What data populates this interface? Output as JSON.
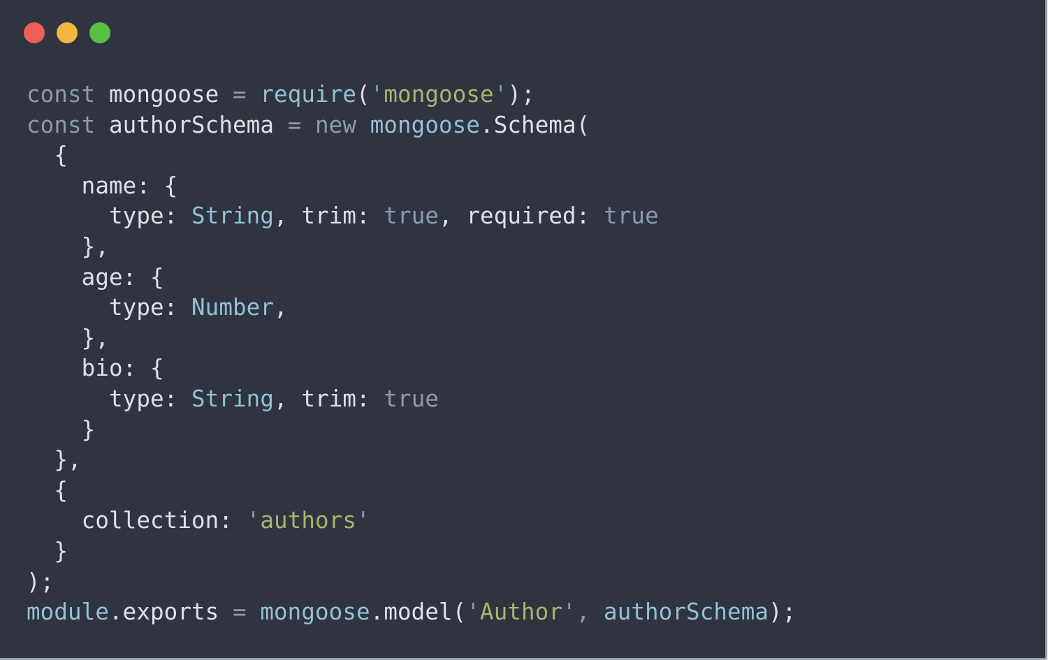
{
  "window": {
    "controls": [
      {
        "name": "close",
        "color": "#ec5f57"
      },
      {
        "name": "minimize",
        "color": "#f1b840"
      },
      {
        "name": "maximize",
        "color": "#57c142"
      }
    ],
    "background": "#2f3440"
  },
  "code": {
    "language": "javascript",
    "lines": [
      [
        [
          "kw",
          "const"
        ],
        [
          "pn",
          " "
        ],
        [
          "id",
          "mongoose"
        ],
        [
          "op",
          " = "
        ],
        [
          "fn",
          "require"
        ],
        [
          "pn",
          "("
        ],
        [
          "q",
          "'"
        ],
        [
          "str",
          "mongoose"
        ],
        [
          "q",
          "'"
        ],
        [
          "pn",
          ");"
        ]
      ],
      [
        [
          "kw",
          "const"
        ],
        [
          "pn",
          " "
        ],
        [
          "id",
          "authorSchema"
        ],
        [
          "op",
          " = "
        ],
        [
          "kw",
          "new"
        ],
        [
          "pn",
          " "
        ],
        [
          "fn",
          "mongoose"
        ],
        [
          "pn",
          ".Schema("
        ]
      ],
      [
        [
          "pn",
          "  {"
        ]
      ],
      [
        [
          "id",
          "    name"
        ],
        [
          "pn",
          ": {"
        ]
      ],
      [
        [
          "id",
          "      type"
        ],
        [
          "pn",
          ": "
        ],
        [
          "fn",
          "String"
        ],
        [
          "pn",
          ", "
        ],
        [
          "id",
          "trim"
        ],
        [
          "pn",
          ": "
        ],
        [
          "kw",
          "true"
        ],
        [
          "pn",
          ", "
        ],
        [
          "id",
          "required"
        ],
        [
          "pn",
          ": "
        ],
        [
          "kw",
          "true"
        ]
      ],
      [
        [
          "pn",
          "    },"
        ]
      ],
      [
        [
          "id",
          "    age"
        ],
        [
          "pn",
          ": {"
        ]
      ],
      [
        [
          "id",
          "      type"
        ],
        [
          "pn",
          ": "
        ],
        [
          "fn",
          "Number"
        ],
        [
          "pn",
          ","
        ]
      ],
      [
        [
          "pn",
          "    },"
        ]
      ],
      [
        [
          "id",
          "    bio"
        ],
        [
          "pn",
          ": {"
        ]
      ],
      [
        [
          "id",
          "      type"
        ],
        [
          "pn",
          ": "
        ],
        [
          "fn",
          "String"
        ],
        [
          "pn",
          ", "
        ],
        [
          "id",
          "trim"
        ],
        [
          "pn",
          ": "
        ],
        [
          "kw",
          "true"
        ]
      ],
      [
        [
          "pn",
          "    }"
        ]
      ],
      [
        [
          "pn",
          "  },"
        ]
      ],
      [
        [
          "pn",
          "  {"
        ]
      ],
      [
        [
          "id",
          "    collection"
        ],
        [
          "pn",
          ": "
        ],
        [
          "q",
          "'"
        ],
        [
          "str",
          "authors"
        ],
        [
          "q",
          "'"
        ]
      ],
      [
        [
          "pn",
          "  }"
        ]
      ],
      [
        [
          "pn",
          ");"
        ]
      ],
      [
        [
          "fn",
          "module"
        ],
        [
          "pn",
          ".exports"
        ],
        [
          "op",
          " = "
        ],
        [
          "fn",
          "mongoose"
        ],
        [
          "pn",
          ".model("
        ],
        [
          "q",
          "'"
        ],
        [
          "str",
          "Author"
        ],
        [
          "q",
          "'"
        ],
        [
          "op",
          ", "
        ],
        [
          "fn",
          "authorSchema"
        ],
        [
          "pn",
          ");"
        ]
      ]
    ]
  },
  "colors": {
    "keyword": "#8a9bb0",
    "function": "#94c1d3",
    "string": "#a8b56f",
    "identifier": "#dfe1e8"
  }
}
